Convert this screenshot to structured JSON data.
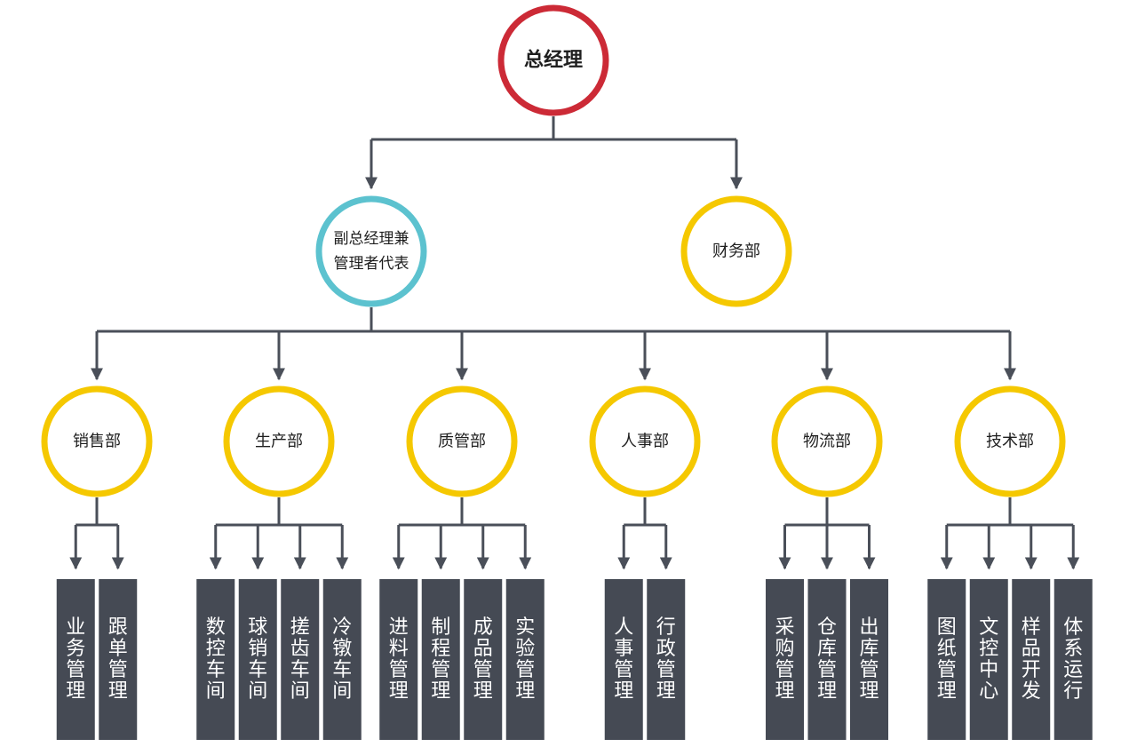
{
  "colors": {
    "line": "#4a4f59",
    "box": "#454a54",
    "box_text": "#ffffff",
    "node_text": "#1f1f1f",
    "ring_top": "#cc2a36",
    "ring_deputy": "#5cc2cf",
    "ring_dept": "#f5c800"
  },
  "top": {
    "label": "总经理"
  },
  "deputy": {
    "lines": [
      "副总经理兼",
      "管理者代表"
    ]
  },
  "finance": {
    "label": "财务部"
  },
  "departments": [
    {
      "label": "销售部",
      "units": [
        "业务管理",
        "跟单管理"
      ]
    },
    {
      "label": "生产部",
      "units": [
        "数控车间",
        "球销车间",
        "搓齿车间",
        "冷镦车间"
      ]
    },
    {
      "label": "质管部",
      "units": [
        "进料管理",
        "制程管理",
        "成品管理",
        "实验管理"
      ]
    },
    {
      "label": "人事部",
      "units": [
        "人事管理",
        "行政管理"
      ]
    },
    {
      "label": "物流部",
      "units": [
        "采购管理",
        "仓库管理",
        "出库管理"
      ]
    },
    {
      "label": "技术部",
      "units": [
        "图纸管理",
        "文控中心",
        "样品开发",
        "体系运行"
      ]
    }
  ]
}
